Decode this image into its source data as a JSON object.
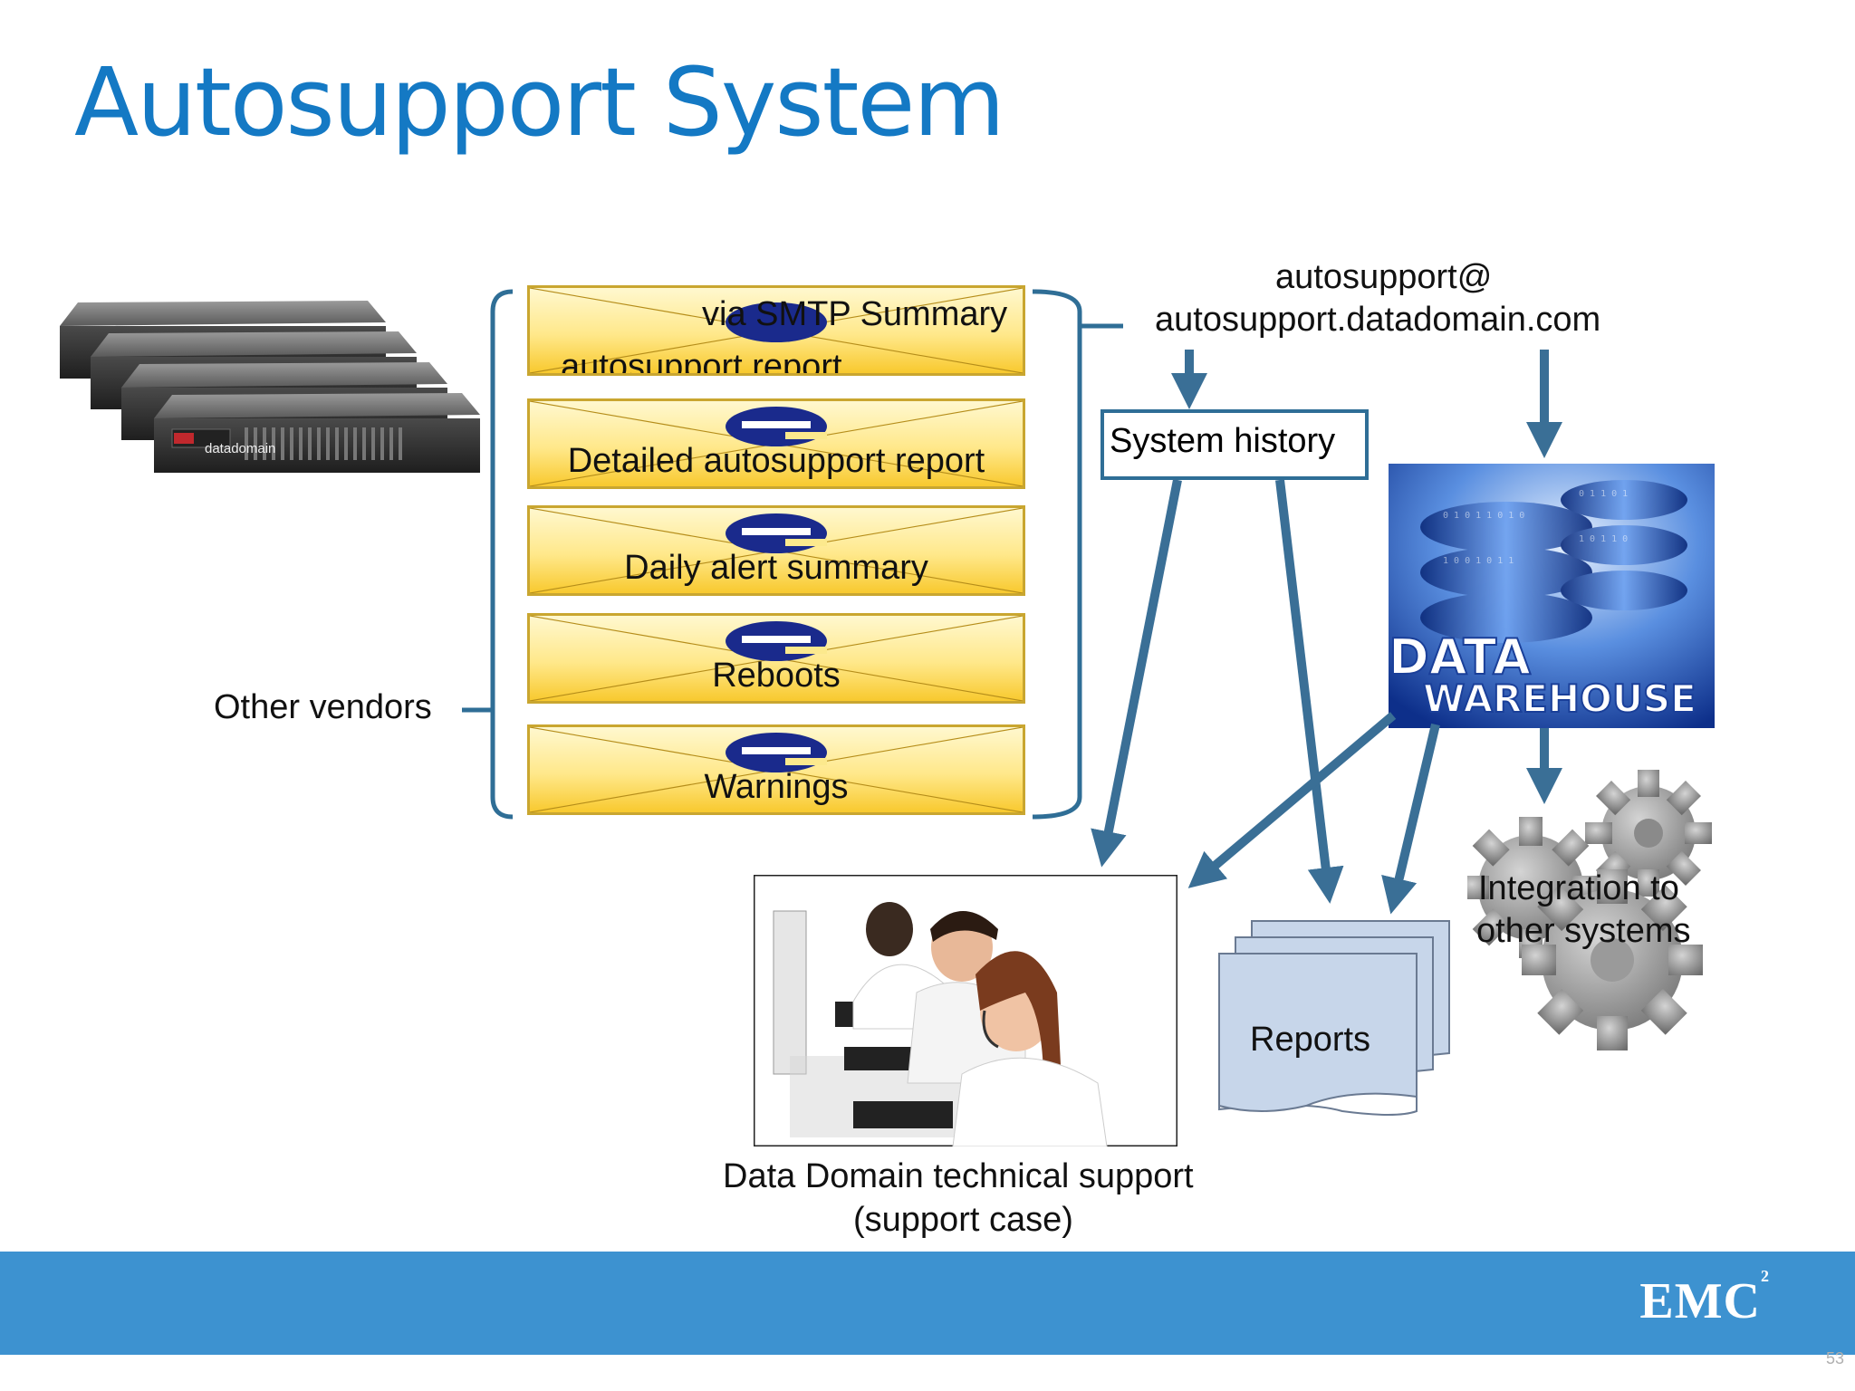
{
  "title": "Autosupport System",
  "other_vendors": "Other vendors",
  "server_brand": "datadomain",
  "envelopes": [
    {
      "text1": "via SMTP Summary",
      "text2": "autosupport report"
    },
    {
      "text": "Detailed autosupport report"
    },
    {
      "text": "Daily alert summary"
    },
    {
      "text": "Reboots"
    },
    {
      "text": "Warnings"
    }
  ],
  "email": {
    "line1": "autosupport@",
    "line2": "autosupport.datadomain.com"
  },
  "system_history": "System history",
  "data_warehouse": {
    "line1": "DATA",
    "line2": "WAREHOUSE"
  },
  "support": {
    "line1": "Data Domain technical support",
    "line2": "(support case)"
  },
  "reports": "Reports",
  "integration": {
    "line1": "Integration to",
    "line2": "other systems"
  },
  "footer": {
    "logo": "EMC",
    "logo_sup": "2",
    "page_number": "53"
  },
  "colors": {
    "title": "#1479c4",
    "arrow": "#3a6f96",
    "footer": "#3d92d0",
    "envelope": "#fbd85a",
    "report": "#c7d6ea"
  }
}
